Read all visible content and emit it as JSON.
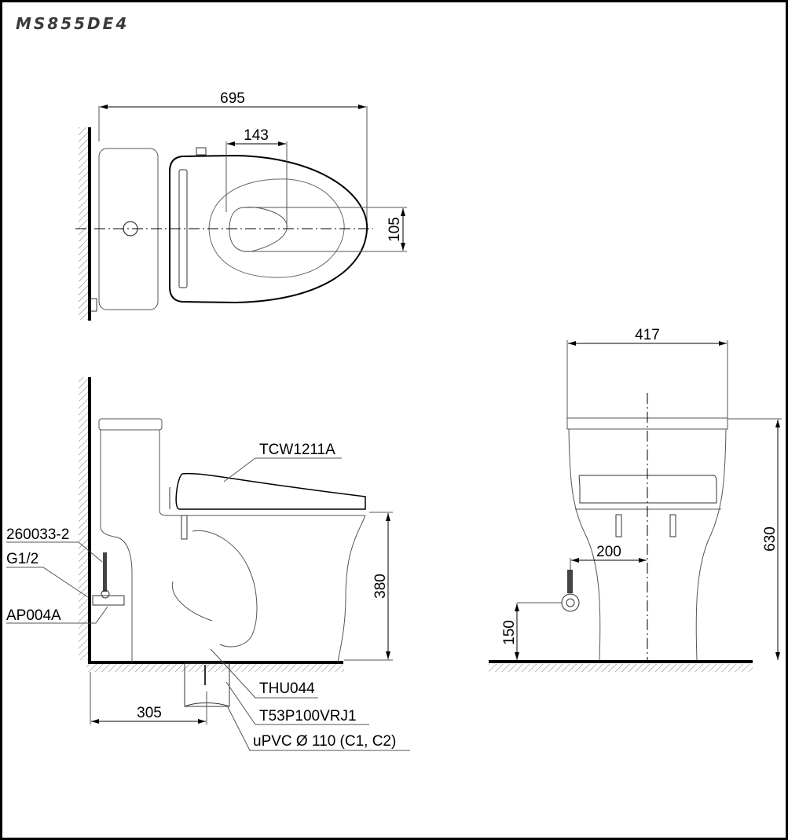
{
  "title": "MS855DE4",
  "top_view": {
    "dimensions": {
      "overall_length": "695",
      "bowl_opening": "143",
      "bowl_offset": "105"
    }
  },
  "side_view": {
    "dimensions": {
      "seat_height": "380",
      "rough_in": "305"
    },
    "labels": {
      "seat": "TCW1211A",
      "hose": "260033-2",
      "thread": "G1/2",
      "valve": "AP004A",
      "flange": "THU044",
      "trap": "T53P100VRJ1",
      "pipe": "uPVC Ø 110 (C1, C2)"
    }
  },
  "front_view": {
    "dimensions": {
      "width": "417",
      "height": "630",
      "supply_offset": "200",
      "supply_height": "150"
    }
  },
  "colors": {
    "line": "#000000",
    "light_line": "#555555",
    "text": "#000000",
    "title": "#3a3a3a"
  }
}
